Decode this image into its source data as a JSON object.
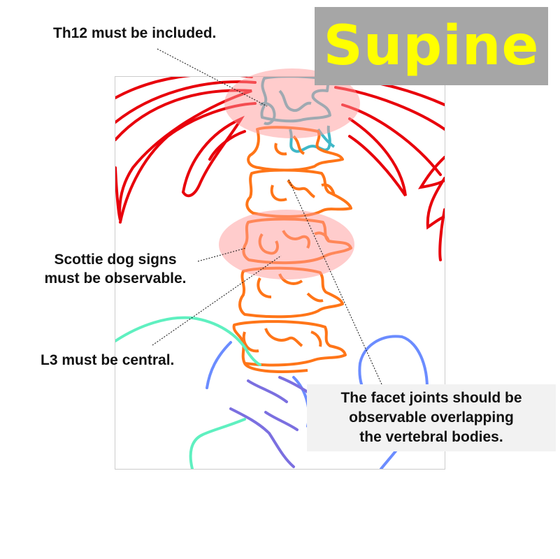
{
  "title": "Supine",
  "annotations": {
    "th12": "Th12 must be included.",
    "scottie_line1": "Scottie dog signs",
    "scottie_line2": "must be observable.",
    "l3": "L3 must be central.",
    "facet_line1": "The facet joints should be",
    "facet_line2": "observable overlapping",
    "facet_line3": "the vertebral bodies."
  },
  "colors": {
    "title_bg": "#a6a6a6",
    "title_text": "#ffff00",
    "ribs": "#e8000b",
    "thoracic": "#3fb8c8",
    "lumbar": "#ff7518",
    "pelvis": "#6b8cff",
    "sacrum": "#7b6fe0",
    "hip": "#5ff0c0",
    "highlight": "#ff9999"
  }
}
